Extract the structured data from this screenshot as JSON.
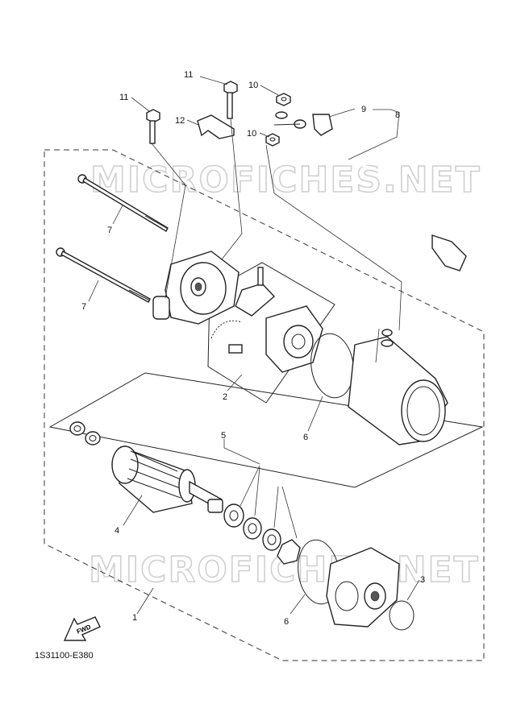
{
  "diagram_code": "1S31100-E380",
  "watermark": "MICROFICHES.NET",
  "fwd_label": "FWD",
  "callouts": [
    {
      "id": "c1",
      "label": "1"
    },
    {
      "id": "c2",
      "label": "2"
    },
    {
      "id": "c3",
      "label": "3"
    },
    {
      "id": "c4",
      "label": "4"
    },
    {
      "id": "c5",
      "label": "5"
    },
    {
      "id": "c6a",
      "label": "6"
    },
    {
      "id": "c6b",
      "label": "6"
    },
    {
      "id": "c7a",
      "label": "7"
    },
    {
      "id": "c7b",
      "label": "7"
    },
    {
      "id": "c8",
      "label": "8"
    },
    {
      "id": "c9",
      "label": "9"
    },
    {
      "id": "c10a",
      "label": "10"
    },
    {
      "id": "c10b",
      "label": "10"
    },
    {
      "id": "c11a",
      "label": "11"
    },
    {
      "id": "c11b",
      "label": "11"
    },
    {
      "id": "c12",
      "label": "12"
    }
  ]
}
